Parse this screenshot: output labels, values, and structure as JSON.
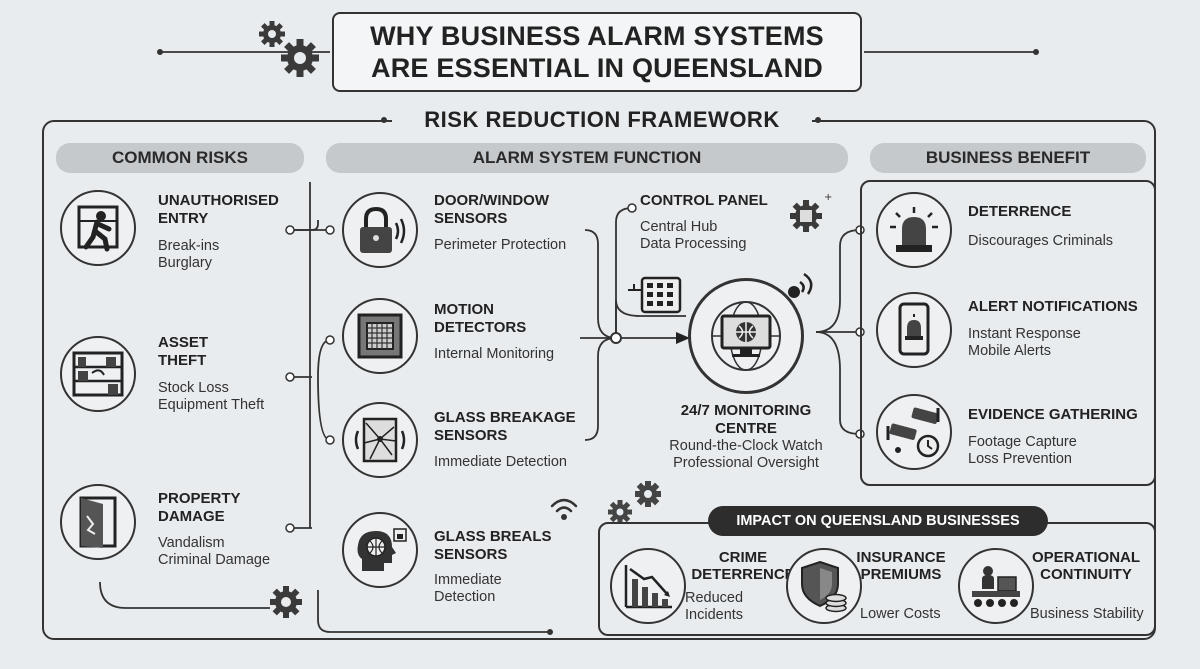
{
  "title": {
    "line1": "WHY BUSINESS ALARM SYSTEMS",
    "line2": "ARE ESSENTIAL IN QUEENSLAND"
  },
  "framework_title": "RISK REDUCTION FRAMEWORK",
  "columns": {
    "risks": "COMMON RISKS",
    "function": "ALARM SYSTEM FUNCTION",
    "benefit": "BUSINESS BENEFIT"
  },
  "risks": [
    {
      "title1": "UNAUTHORISED",
      "title2": "ENTRY",
      "sub1": "Break-ins",
      "sub2": "Burglary"
    },
    {
      "title1": "ASSET",
      "title2": "THEFT",
      "sub1": "Stock Loss",
      "sub2": "Equipment Theft"
    },
    {
      "title1": "PROPERTY",
      "title2": "DAMAGE",
      "sub1": "Vandalism",
      "sub2": "Criminal Damage"
    }
  ],
  "functions": [
    {
      "title1": "DOOR/WINDOW",
      "title2": "SENSORS",
      "sub1": "Perimeter Protection",
      "sub2": ""
    },
    {
      "title1": "MOTION",
      "title2": "DETECTORS",
      "sub1": "Internal Monitoring",
      "sub2": ""
    },
    {
      "title1": "GLASS BREAKAGE",
      "title2": "SENSORS",
      "sub1": "Immediate Detection",
      "sub2": ""
    },
    {
      "title1": "GLASS BREALS",
      "title2": "SENSORS",
      "sub1": "Immediate",
      "sub2": "Detection"
    }
  ],
  "control_panel": {
    "title": "CONTROL PANEL",
    "sub1": "Central Hub",
    "sub2": "Data Processing"
  },
  "monitoring": {
    "title1": "24/7 MONITORING",
    "title2": "CENTRE",
    "sub1": "Round-the-Clock Watch",
    "sub2": "Professional Oversight"
  },
  "benefits": [
    {
      "title": "DETERRENCE",
      "sub1": "Discourages Criminals",
      "sub2": ""
    },
    {
      "title": "ALERT NOTIFICATIONS",
      "sub1": "Instant Response",
      "sub2": "Mobile Alerts"
    },
    {
      "title": "EVIDENCE GATHERING",
      "sub1": "Footage Capture",
      "sub2": "Loss Prevention"
    }
  ],
  "impact": {
    "title": "IMPACT ON QUEENSLAND BUSINESSES",
    "items": [
      {
        "title1": "CRIME",
        "title2": "DETERRENCE",
        "sub1": "Reduced",
        "sub2": "Incidents"
      },
      {
        "title1": "INSURANCE",
        "title2": "PREMIUMS",
        "sub1": "Lower Costs",
        "sub2": ""
      },
      {
        "title1": "OPERATIONAL",
        "title2": "CONTINUITY",
        "sub1": "Business Stability",
        "sub2": ""
      }
    ]
  },
  "icons": [
    "gear-icon",
    "intruder-icon",
    "shelves-icon",
    "damaged-door-icon",
    "padlock-icon",
    "motion-sensor-icon",
    "broken-glass-icon",
    "head-globe-icon",
    "keypad-icon",
    "monitor-globe-icon",
    "siren-icon",
    "phone-alert-icon",
    "cctv-camera-icon",
    "chart-down-icon",
    "shield-coins-icon",
    "conveyor-worker-icon",
    "wifi-icon"
  ],
  "colors": {
    "background": "#e9ecee",
    "line": "#333333",
    "header_pill": "#c5c9cc",
    "impact_pill": "#2d2d2d"
  }
}
